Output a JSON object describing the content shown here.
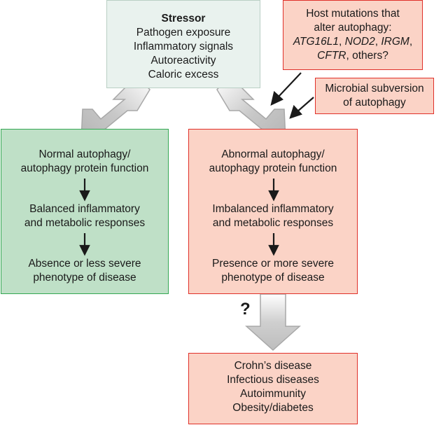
{
  "stressor": {
    "title": "Stressor",
    "items": [
      "Pathogen exposure",
      "Inflammatory signals",
      "Autoreactivity",
      "Caloric excess"
    ]
  },
  "host_mutations": {
    "line1": "Host mutations that",
    "line2": "alter autophagy:",
    "genes": [
      "ATG16L1",
      "NOD2",
      "IRGM",
      "CFTR"
    ],
    "sep": ", ",
    "tail": ", others?"
  },
  "microbial": {
    "lines": [
      "Microbial subversion",
      "of autophagy"
    ]
  },
  "normal": {
    "stage1": [
      "Normal autophagy/",
      "autophagy protein function"
    ],
    "stage2": [
      "Balanced inflammatory",
      "and metabolic responses"
    ],
    "stage3": [
      "Absence or less severe",
      "phenotype of disease"
    ]
  },
  "abnormal": {
    "stage1": [
      "Abnormal autophagy/",
      "autophagy protein function"
    ],
    "stage2": [
      "Imbalanced inflammatory",
      "and metabolic responses"
    ],
    "stage3": [
      "Presence or more severe",
      "phenotype of disease"
    ]
  },
  "question_mark": "?",
  "diseases": [
    "Crohn’s disease",
    "Infectious diseases",
    "Autoimmunity",
    "Obesity/diabetes"
  ],
  "colors": {
    "normal_fill": "#bfe0c7",
    "normal_border": "#34a853",
    "abnormal_fill": "#fbd3c6",
    "abnormal_border": "#e0302a",
    "stressor_fill": "#e9f2ee",
    "big_arrow": "#bdbdbd"
  }
}
